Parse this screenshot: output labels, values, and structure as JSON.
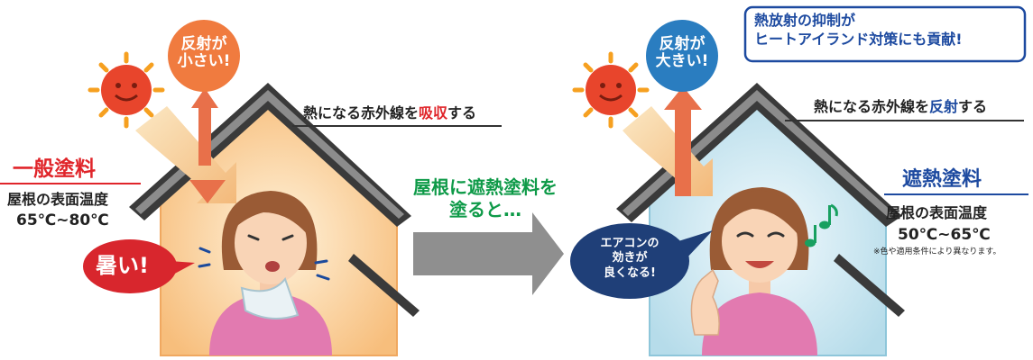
{
  "left": {
    "bubble_reflect_line1": "反射が",
    "bubble_reflect_line2": "小さい!",
    "caption_before": "熱になる赤外線を",
    "caption_emph": "吸収",
    "caption_after": "する",
    "label": "一般塗料",
    "temp_label": "屋根の表面温度",
    "temp_value": "65℃~80℃",
    "hot_bubble": "暑い!"
  },
  "middle": {
    "line1": "屋根に遮熱塗料を",
    "line2": "塗ると…"
  },
  "right": {
    "bubble_reflect_line1": "反射が",
    "bubble_reflect_line2": "大きい!",
    "caption_before": "熱になる赤外線を",
    "caption_emph": "反射",
    "caption_after": "する",
    "label": "遮熱塗料",
    "temp_label": "屋根の表面温度",
    "temp_value": "50℃~65℃",
    "footnote": "※色や適用条件により異なります。",
    "ac_line1": "エアコンの",
    "ac_line2": "効きが",
    "ac_line3": "良くなる!"
  },
  "callout": {
    "line1": "熱放射の抑制が",
    "line2": "ヒートアイランド対策にも貢献!"
  },
  "colors": {
    "red": "#e0252a",
    "blue_text": "#1d4aa0",
    "green_text": "#0e9a48",
    "orange_bubble": "#f07b3f",
    "blue_bubble": "#2a7dc0",
    "navy_bubble": "#1f3f78",
    "warm_house": "#f8c382",
    "cool_house": "#bfe0ec",
    "roof": "#3a3a3a"
  }
}
